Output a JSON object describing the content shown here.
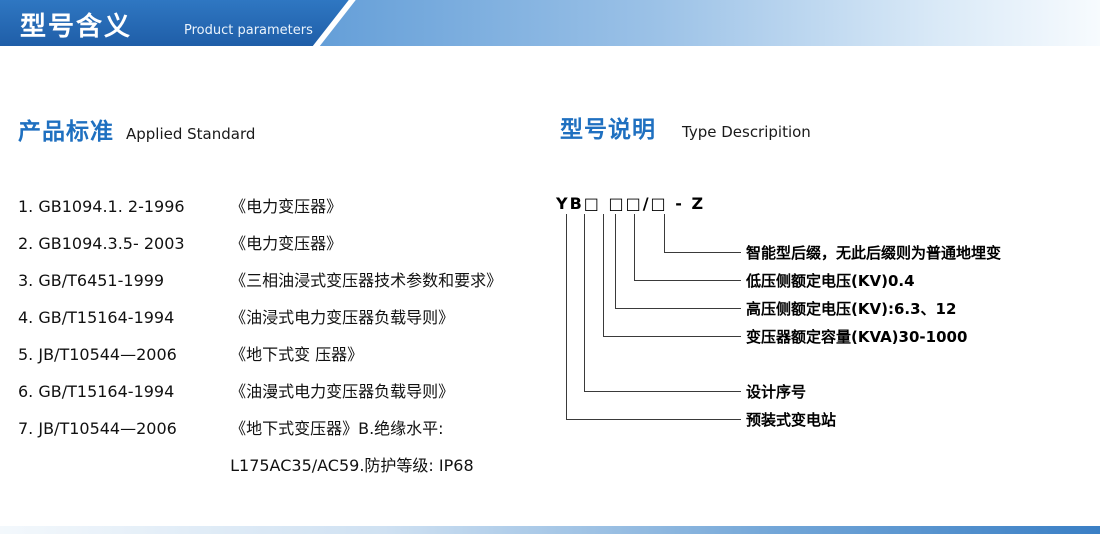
{
  "colors": {
    "accent_blue": "#1f70c0",
    "banner_dark_blue": "#2a6fbd",
    "banner_light_blue": "#9cc2e7"
  },
  "header": {
    "title": "型号含义",
    "subtitle": "Product parameters"
  },
  "applied_standard": {
    "heading_cn": "产品标准",
    "heading_en": "Applied Standard",
    "items": [
      {
        "code": "1. GB1094.1. 2-1996",
        "title": "《电力变压器》"
      },
      {
        "code": "2. GB1094.3.5- 2003",
        "title": "《电力变压器》"
      },
      {
        "code": "3. GB/T6451-1999",
        "title": "《三相油浸式变压器技术参数和要求》"
      },
      {
        "code": "4. GB/T15164-1994",
        "title": "《油浸式电力变压器负载导则》"
      },
      {
        "code": "5. JB/T10544—2006",
        "title": "《地下式变 压器》"
      },
      {
        "code": "6. GB/T15164-1994",
        "title": "《油漫式电力变压器负载导则》"
      },
      {
        "code": "7. JB/T10544—2006",
        "title": "《地下式变压器》B.绝缘水平:"
      }
    ],
    "continuation": "L175AC35/AC59.防护等级: IP68"
  },
  "type_description": {
    "heading_cn": "型号说明",
    "heading_en": "Type Descripition",
    "model_code": "YB□ □□/□ - Z",
    "labels": [
      "智能型后缀，无此后缀则为普通地埋变",
      "低压侧额定电压(KV)0.4",
      "高压侧额定电压(KV):6.3、12",
      "变压器额定容量(KVA)30-1000",
      "设计序号",
      "预装式变电站"
    ]
  }
}
